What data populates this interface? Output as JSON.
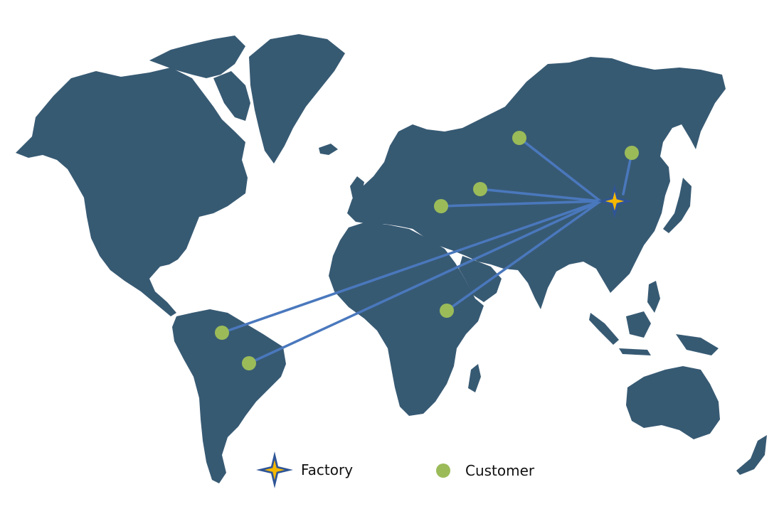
{
  "colors": {
    "land": "#375a73",
    "route": "#4a78bd",
    "customer": "#9bbb59",
    "factory_fill": "#f5b800",
    "factory_outline": "#2f5597",
    "background": "#ffffff"
  },
  "legend": {
    "factory_label": "Factory",
    "customer_label": "Customer",
    "factory_icon": "four-point-star-icon",
    "customer_icon": "green-dot-icon"
  },
  "factory": {
    "name": "Factory",
    "region": "Northern China"
  },
  "customers": [
    {
      "region": "Western Siberia"
    },
    {
      "region": "Korea / Northeast China"
    },
    {
      "region": "Kazakhstan"
    },
    {
      "region": "Southern Russia"
    },
    {
      "region": "East Africa"
    },
    {
      "region": "Northern South America"
    },
    {
      "region": "Central Brazil"
    }
  ]
}
